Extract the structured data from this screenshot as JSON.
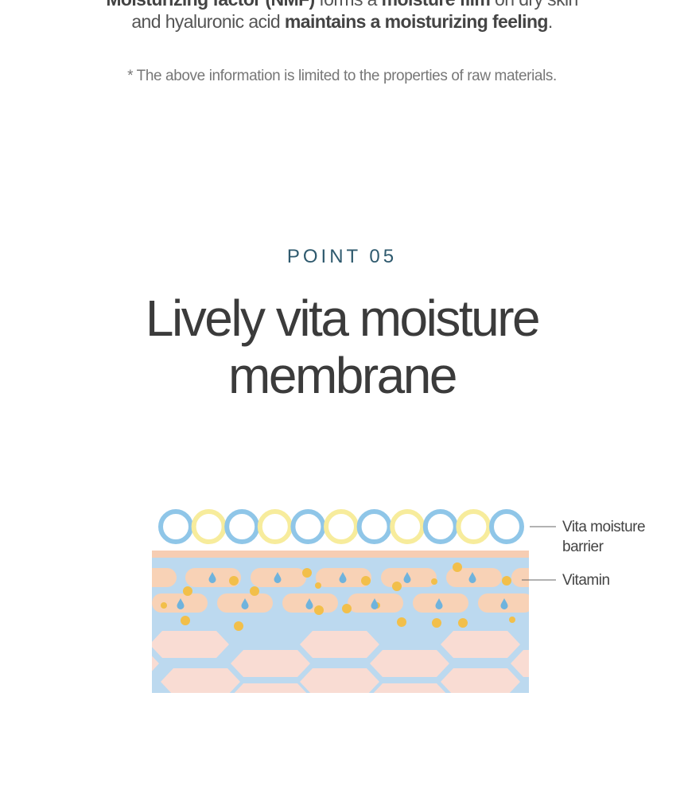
{
  "intro": {
    "line1": [
      {
        "text": "Moisturizing factor (NMF)",
        "bold": true
      },
      {
        "text": " forms a ",
        "bold": false
      },
      {
        "text": "moisture film",
        "bold": true
      },
      {
        "text": " on dry skin",
        "bold": false
      }
    ],
    "line2": [
      {
        "text": "and hyaluronic acid ",
        "bold": false
      },
      {
        "text": "maintains a moisturizing feeling",
        "bold": true
      },
      {
        "text": ".",
        "bold": false
      }
    ],
    "note": "* The above information is limited to the properties of raw materials."
  },
  "section": {
    "point": "POINT 05",
    "title_line1": "Lively vita moisture",
    "title_line2": "membrane"
  },
  "diagram": {
    "labels": {
      "barrier": "Vita moisture barrier",
      "vitamin": "Vitamin"
    },
    "colors": {
      "ring_blue": "#8fc6e8",
      "ring_yellow": "#f7ec9c",
      "skin_bg": "#bcd9ef",
      "cell_peach": "#f8d2b6",
      "cell_pink": "#f9dcd3",
      "vitamin_dot": "#f2bf4a",
      "water_drop": "#6fb3dd",
      "top_strip": "#f6cdb3"
    }
  }
}
